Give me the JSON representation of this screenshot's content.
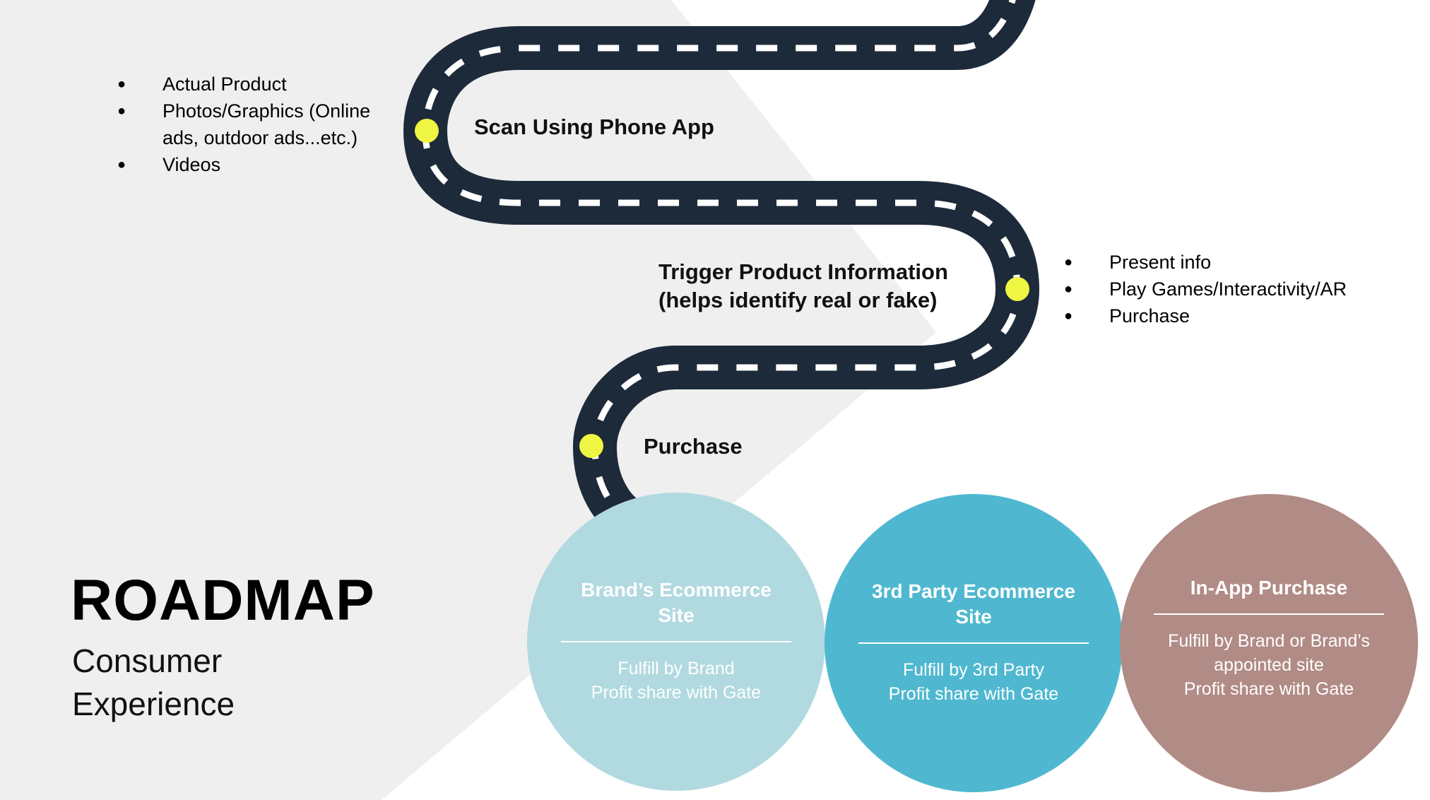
{
  "title": "ROADMAP",
  "subtitle": "Consumer Experience",
  "left_bullets": [
    "Actual Product",
    "Photos/Graphics (Online ads, outdoor ads...etc.)",
    "Videos"
  ],
  "right_bullets": [
    "Present info",
    "Play Games/Interactivity/AR",
    "Purchase"
  ],
  "steps": [
    {
      "lines": [
        "Scan Using Phone App"
      ]
    },
    {
      "lines": [
        "Trigger Product Information",
        "(helps identify real or fake)"
      ]
    },
    {
      "lines": [
        "Purchase"
      ]
    }
  ],
  "options": [
    {
      "heading": "Brand’s Ecommerce Site",
      "lines": [
        "Fulfill by Brand",
        "Profit share with Gate"
      ],
      "color": "#b1d9e0"
    },
    {
      "heading": "3rd Party Ecommerce Site",
      "lines": [
        "Fulfill by 3rd Party",
        "Profit share with Gate"
      ],
      "color": "#4fb8d0"
    },
    {
      "heading": "In-App Purchase",
      "lines": [
        "Fulfill by Brand or Brand’s appointed site",
        "Profit share with Gate"
      ],
      "color": "#b18b85"
    }
  ],
  "colors": {
    "road": "#1d2a3a",
    "marker": "#eef542",
    "background_panel": "#efefef"
  }
}
